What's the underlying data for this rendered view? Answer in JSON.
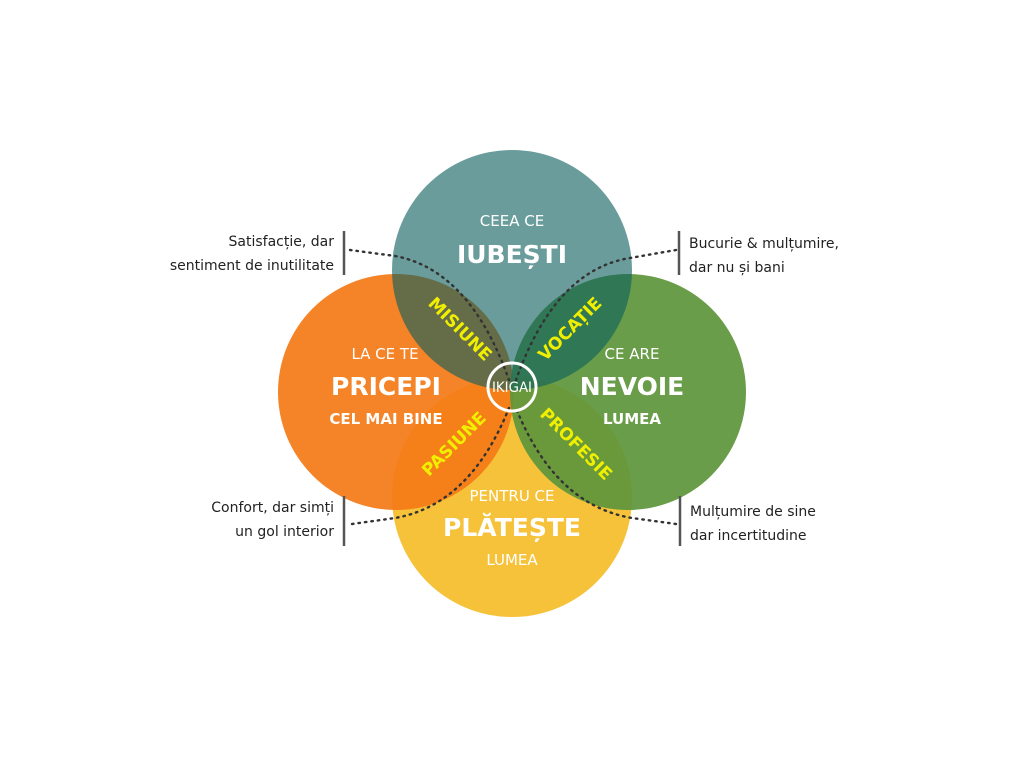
{
  "colors": {
    "love": "#0d5f5e",
    "good_at": "#f47a17",
    "world_needs": "#5f963b",
    "paid_for": "#f6c23a",
    "overlap_text": "#f1ef00"
  },
  "circles": {
    "love": {
      "head": "CEEA CE",
      "main": "IUBEȘTI"
    },
    "good_at": {
      "head": "LA CE TE",
      "main": "PRICEPI",
      "sub": "CEL MAI BINE"
    },
    "world_needs": {
      "head": "CE ARE",
      "main": "NEVOIE",
      "sub": "LUMEA"
    },
    "paid_for": {
      "head": "PENTRU CE",
      "main": "PLĂTEȘTE",
      "sub": "LUMEA"
    }
  },
  "overlaps": {
    "mission": "MISIUNE",
    "vocation": "VOCAȚIE",
    "passion": "PASIUNE",
    "profession": "PROFESIE"
  },
  "center": "IKIGAI",
  "notes": {
    "top_left": [
      "Satisfacție, dar",
      "sentiment de inutilitate"
    ],
    "top_right": [
      "Bucurie & mulțumire,",
      "dar nu și bani"
    ],
    "bottom_left": [
      "Confort, dar simți",
      "un gol interior"
    ],
    "bottom_right": [
      "Mulțumire de sine",
      "dar incertitudine"
    ]
  }
}
